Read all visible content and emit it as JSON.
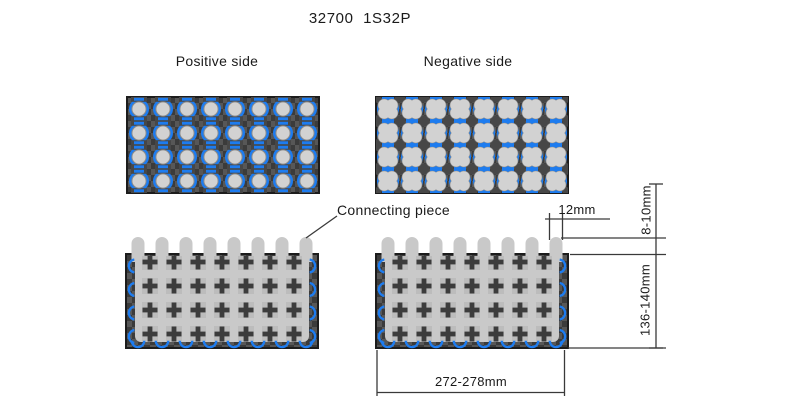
{
  "title": "32700  1S32P",
  "labels": {
    "positive_side": "Positive side",
    "negative_side": "Negative side",
    "connecting_piece": "Connecting piece"
  },
  "dimensions": {
    "tab_width": "12mm",
    "tab_height": "8-10mm",
    "pack_height": "136-140mm",
    "pack_width": "272-278mm"
  },
  "diagram": {
    "cell_rows": 4,
    "cell_cols": 8,
    "cells_total": 32,
    "connector_tabs": 8,
    "hole_rows": 4,
    "hole_cols": 7
  },
  "colors": {
    "accent_blue": "#1d7cf0",
    "holder_dark": "#3b3b3b",
    "holder_mid": "#575757",
    "cover_gray": "#474747",
    "terminal_gray": "#d2d2d2",
    "terminal_edge": "#8a8a8a",
    "piece_gray": "#c9c9c9",
    "patch_gray": "#bcbcbc",
    "hole_dark": "#3c3c3c",
    "outline_dark": "#1c1c1c",
    "dim_line": "#3a3a3a",
    "text": "#1a1a1a",
    "background": "#ffffff"
  }
}
